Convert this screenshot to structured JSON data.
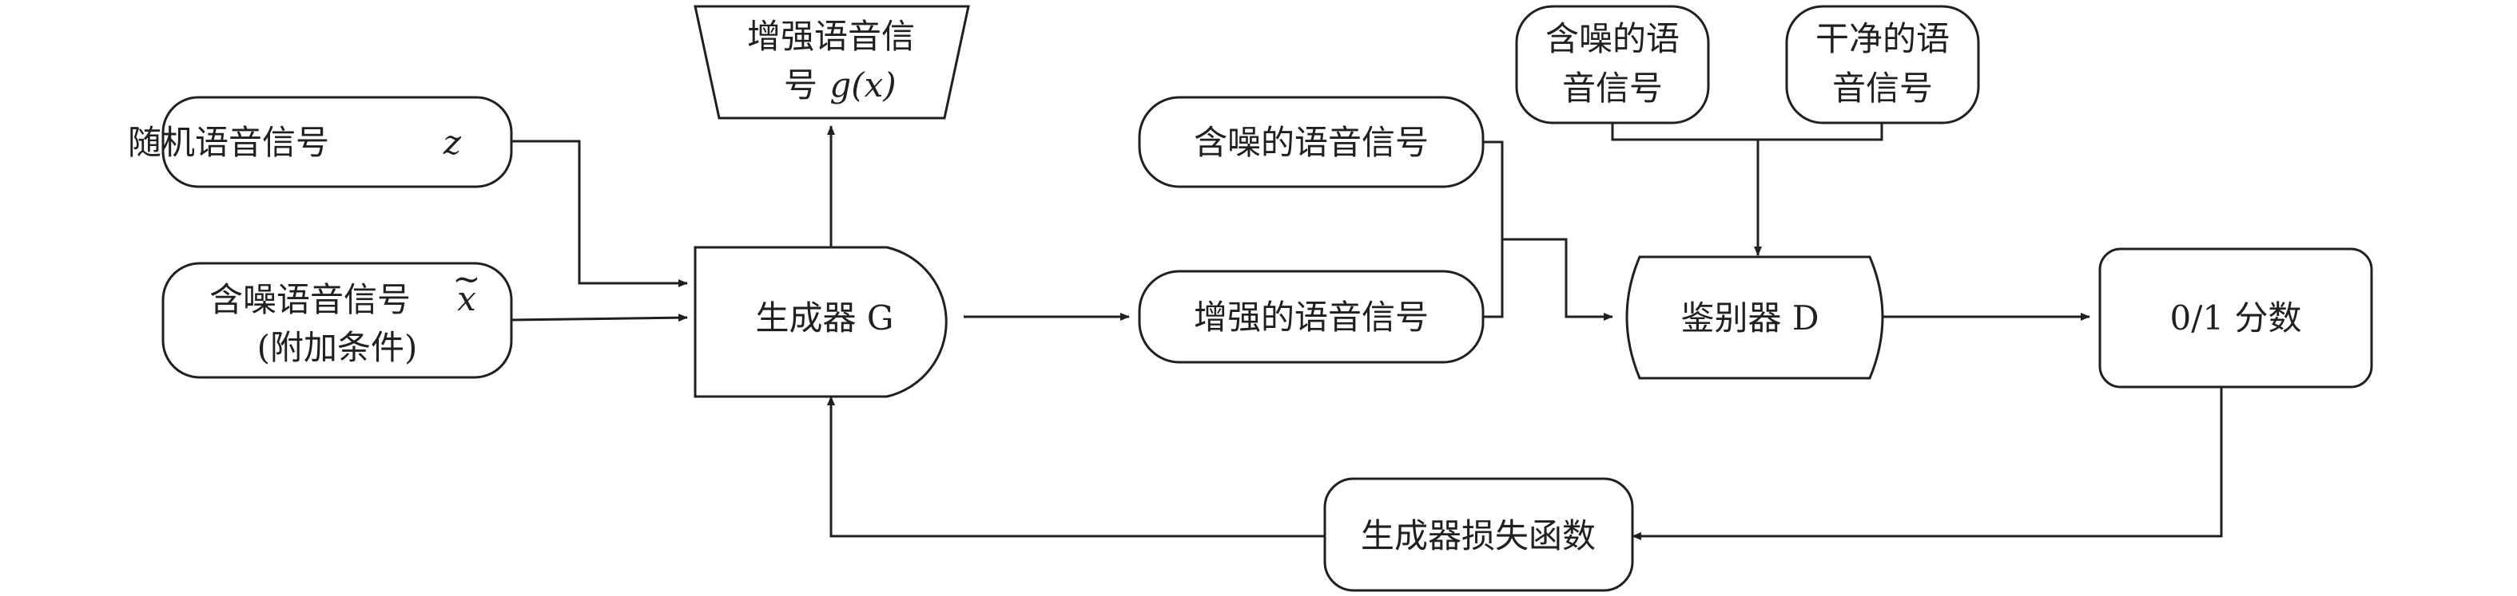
{
  "nodes": {
    "random_signal": "随机语音信号",
    "random_var": "z",
    "noisy_cond_1": "含噪语音信号",
    "noisy_cond_var": "x",
    "noisy_cond_tilde": "~",
    "noisy_cond_2": "(附加条件)",
    "generator": "生成器 G",
    "enhanced_out_1": "增强语音信",
    "enhanced_out_2": "号",
    "enhanced_out_fn": "g(x)",
    "noisy_signal_mid": "含噪的语音信号",
    "enhanced_signal_mid": "增强的语音信号",
    "noisy_top_1": "含噪的语",
    "noisy_top_2": "音信号",
    "clean_top_1": "干净的语",
    "clean_top_2": "音信号",
    "discriminator": "鉴别器 D",
    "score": "0/1 分数",
    "loss": "生成器损失函数"
  },
  "colors": {
    "line": "#231f20",
    "fill": "#ffffff"
  }
}
